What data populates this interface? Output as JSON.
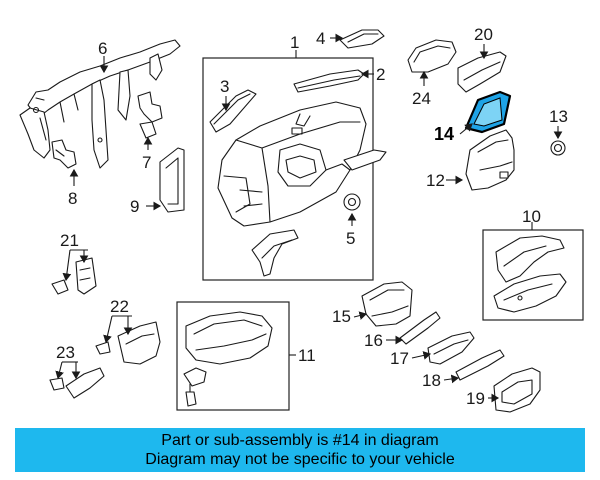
{
  "diagram": {
    "callouts": [
      "1",
      "2",
      "3",
      "4",
      "5",
      "6",
      "7",
      "8",
      "9",
      "10",
      "11",
      "12",
      "13",
      "14",
      "15",
      "16",
      "17",
      "18",
      "19",
      "20",
      "21",
      "22",
      "23",
      "24"
    ],
    "highlighted_part": "14",
    "highlight_color": "#1ea3e6"
  },
  "banner": {
    "line1": "Part or sub-assembly is #14 in diagram",
    "line2": "Diagram may not be specific to your vehicle",
    "background": "#1eb8ee"
  }
}
